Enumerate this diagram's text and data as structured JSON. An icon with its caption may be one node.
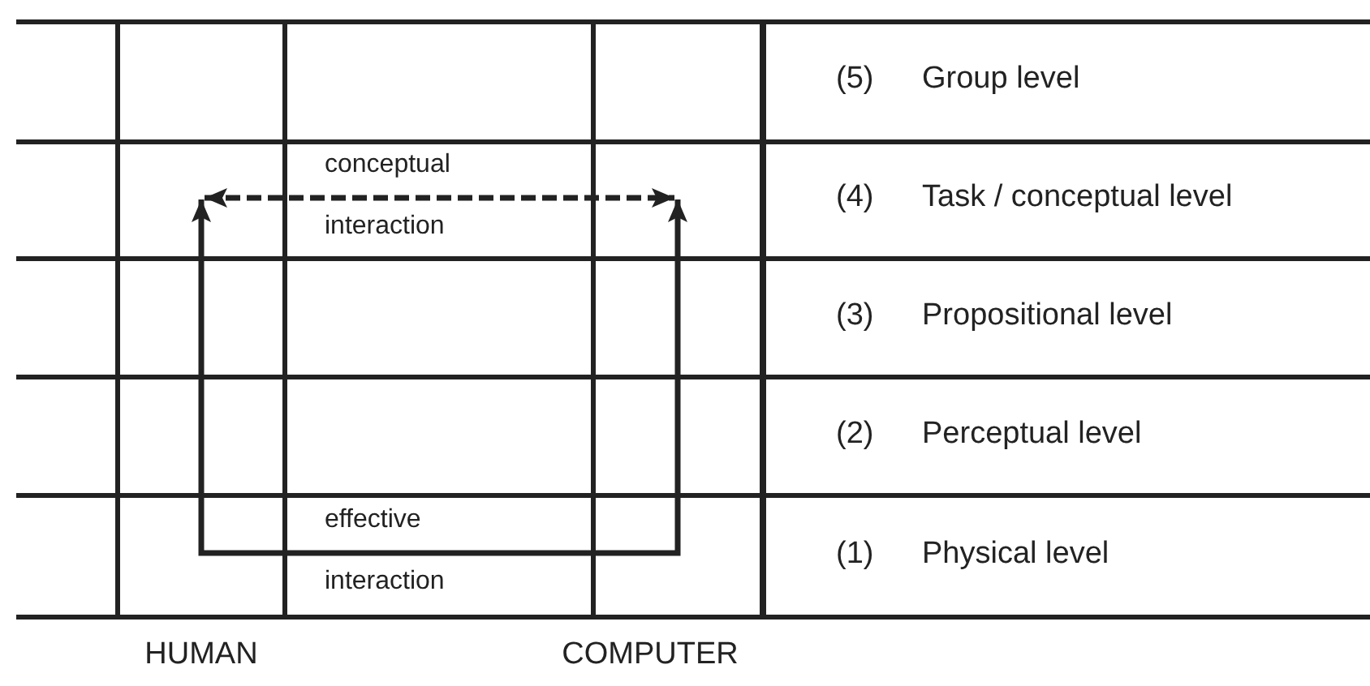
{
  "diagram": {
    "nodes": [
      {
        "text": [
          "HUMAN"
        ]
      },
      {
        "text": [
          "COMPUTER"
        ]
      },
      {
        "text": [
          "(5)",
          "Group level"
        ]
      },
      {
        "text": [
          "(4)",
          "Task / conceptual level"
        ]
      },
      {
        "text": [
          "(3)",
          "Propositional level"
        ]
      },
      {
        "text": [
          "(2)",
          "Perceptual level"
        ]
      },
      {
        "text": [
          "(1)",
          "Physical level"
        ]
      }
    ],
    "edges": [
      {
        "from": 0,
        "to": 1,
        "arrow": "both",
        "style": "dashed"
      },
      {
        "from": 0,
        "to": 1,
        "arrow": "both"
      }
    ],
    "labels": [
      "conceptual",
      "interaction",
      "effective",
      "interaction"
    ]
  }
}
